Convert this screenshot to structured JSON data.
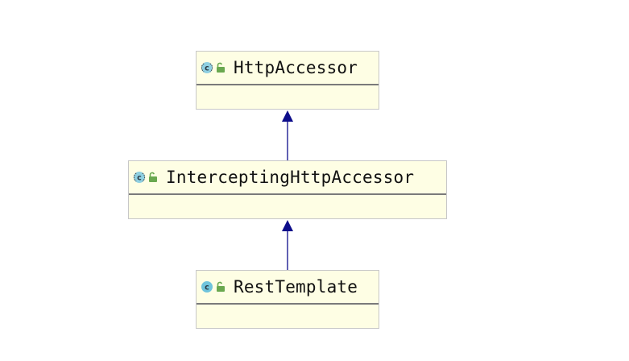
{
  "diagram": {
    "classes": [
      {
        "id": "http-accessor",
        "name": "HttpAccessor",
        "icon": "abstract-class-icon",
        "access_icon": "public-access-icon"
      },
      {
        "id": "intercepting-http-accessor",
        "name": "InterceptingHttpAccessor",
        "icon": "abstract-class-icon",
        "access_icon": "public-access-icon"
      },
      {
        "id": "rest-template",
        "name": "RestTemplate",
        "icon": "class-icon",
        "access_icon": "public-access-icon"
      }
    ],
    "relations": [
      {
        "type": "extends",
        "from": "InterceptingHttpAccessor",
        "to": "HttpAccessor"
      },
      {
        "type": "extends",
        "from": "RestTemplate",
        "to": "InterceptingHttpAccessor"
      }
    ],
    "colors": {
      "box_fill": "#fefee4",
      "box_border": "#c8c8c8",
      "divider": "#7a7a7a",
      "arrow": "#0c0c8a",
      "class_icon": "#6fc4dc",
      "access_icon": "#6aa84f"
    }
  }
}
